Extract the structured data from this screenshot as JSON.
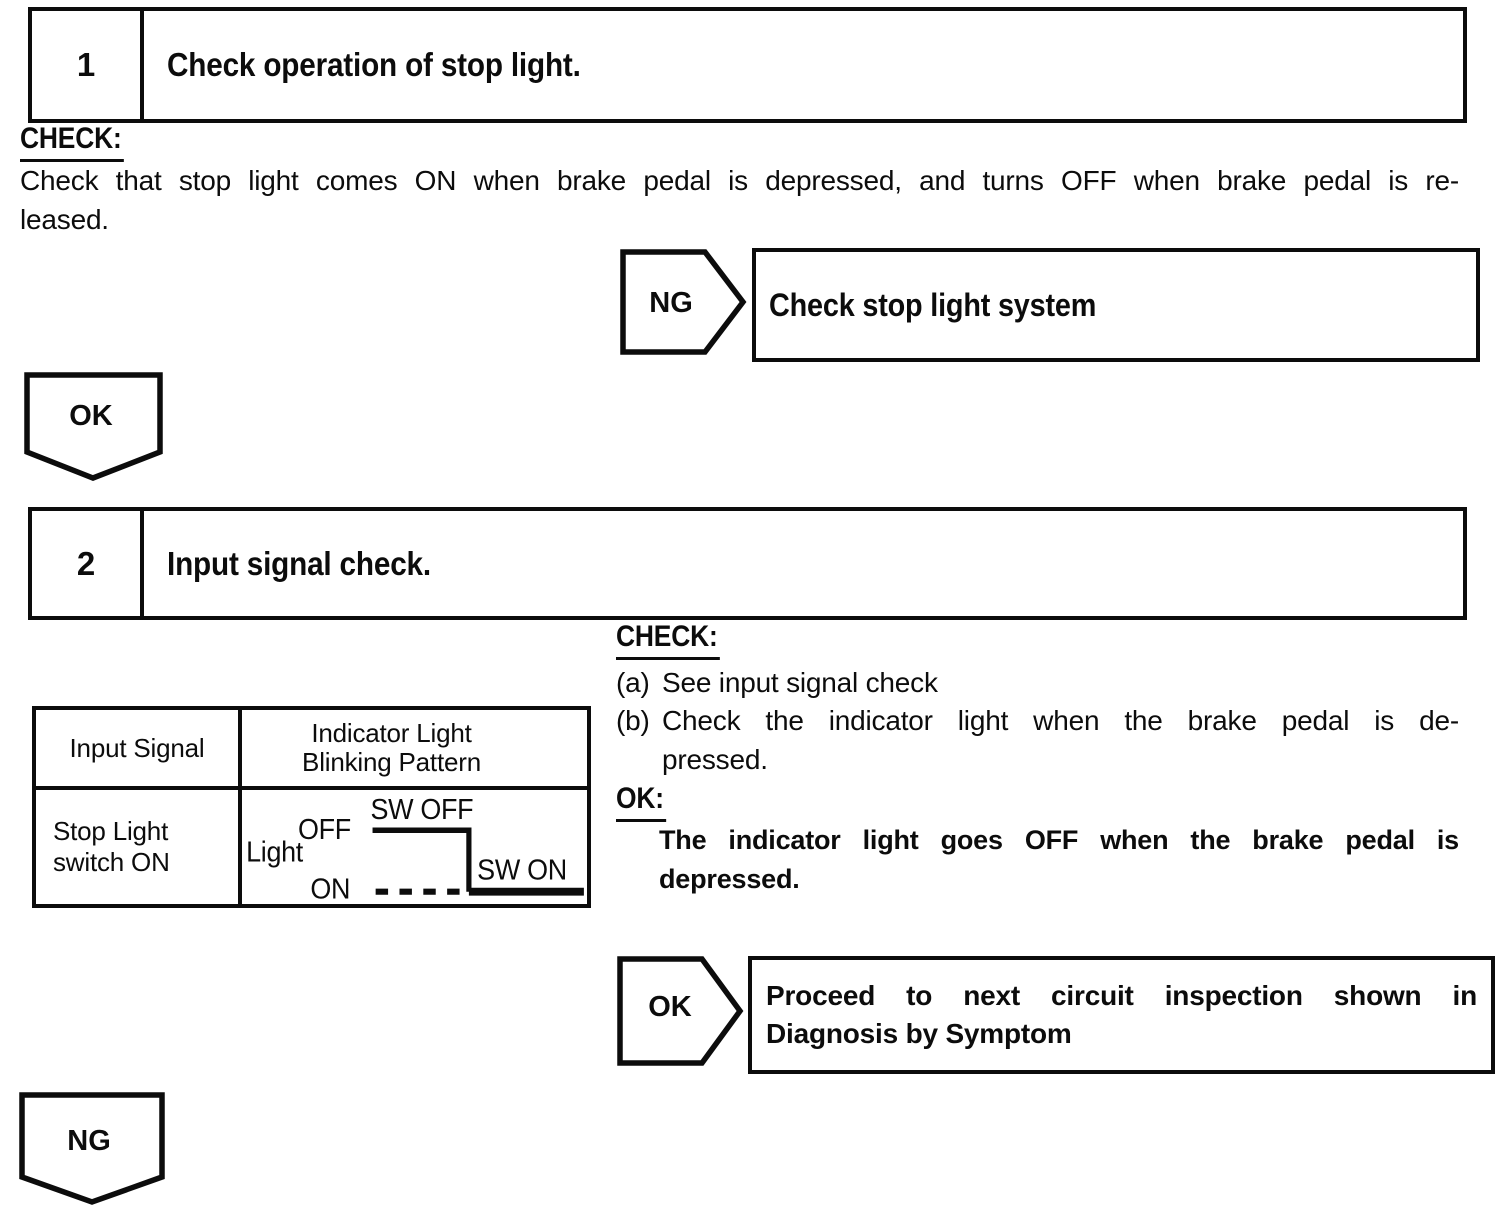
{
  "colors": {
    "ink": "#0c0c0c",
    "paper": "#ffffff"
  },
  "step1": {
    "number": "1",
    "title": "Check operation of stop light.",
    "check_heading": "CHECK:",
    "check_lines": [
      "Check that stop light comes ON when brake pedal is depressed, and turns OFF when brake pedal is re-",
      "leased."
    ],
    "ng_label": "NG",
    "ng_action": "Check stop light system",
    "ok_label": "OK"
  },
  "step2": {
    "number": "2",
    "title": "Input signal check.",
    "check_heading": "CHECK:",
    "items": [
      {
        "marker": "(a)",
        "lines": [
          "See input signal check"
        ]
      },
      {
        "marker": "(b)",
        "lines": [
          "Check the indicator light when the brake pedal is de-",
          "pressed."
        ]
      }
    ],
    "ok_heading": "OK:",
    "ok_result_lines": [
      "The indicator light goes OFF when the brake pedal is",
      "depressed."
    ],
    "ok_label": "OK",
    "ok_action_lines": [
      "Proceed to next circuit inspection shown in",
      "Diagnosis by Symptom"
    ],
    "ng_label": "NG"
  },
  "table": {
    "headers": {
      "input_signal": "Input Signal",
      "pattern_lines": [
        "Indicator Light",
        "Blinking Pattern"
      ]
    },
    "row": {
      "input_signal_lines": [
        "Stop Light",
        "switch ON"
      ]
    },
    "waveform": {
      "device": "Light",
      "level_off": "OFF",
      "level_on": "ON",
      "sw_off": "SW OFF",
      "sw_on": "SW ON"
    }
  }
}
